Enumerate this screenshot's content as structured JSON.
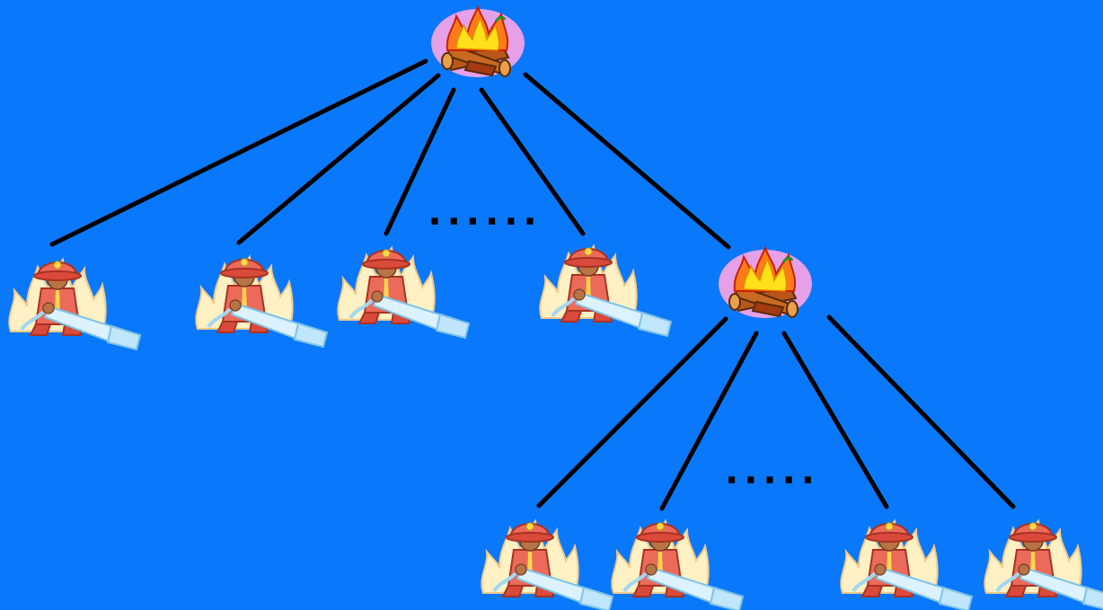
{
  "diagram": {
    "type": "tree",
    "root": {
      "kind": "fire",
      "children": [
        {
          "kind": "firefighter"
        },
        {
          "kind": "firefighter"
        },
        {
          "kind": "firefighter"
        },
        {
          "kind": "ellipsis",
          "text": "......"
        },
        {
          "kind": "firefighter"
        },
        {
          "kind": "fire",
          "children": [
            {
              "kind": "firefighter"
            },
            {
              "kind": "firefighter"
            },
            {
              "kind": "ellipsis",
              "text": "....."
            },
            {
              "kind": "firefighter"
            },
            {
              "kind": "firefighter"
            }
          ]
        }
      ]
    }
  },
  "ellipses": {
    "level1": "......",
    "level2": "....."
  },
  "icons": {
    "fire": "campfire-icon",
    "firefighter": "firefighter-with-hose-icon"
  },
  "colors": {
    "background": "#0A78FA",
    "edge": "#000000",
    "fire_halo": "#E5A0E8",
    "title_fragment": "#FFFF00"
  }
}
